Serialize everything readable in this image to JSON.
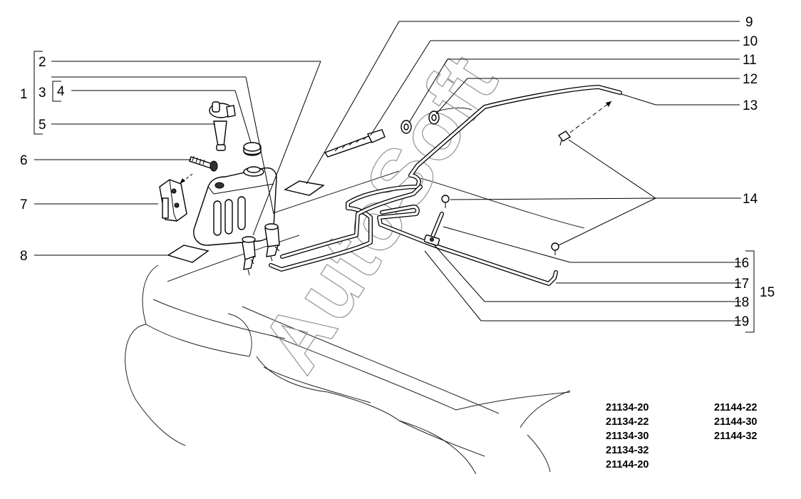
{
  "callouts": [
    "1",
    "2",
    "3",
    "4",
    "5",
    "6",
    "7",
    "8",
    "9",
    "10",
    "11",
    "12",
    "13",
    "14",
    "15",
    "16",
    "17",
    "18",
    "19"
  ],
  "watermark": "AutoSoft",
  "model_codes": {
    "column_1": [
      "21134-20",
      "21134-22",
      "21134-30",
      "21134-32",
      "21144-20"
    ],
    "column_2": [
      "21144-22",
      "21144-30",
      "21144-32"
    ]
  }
}
